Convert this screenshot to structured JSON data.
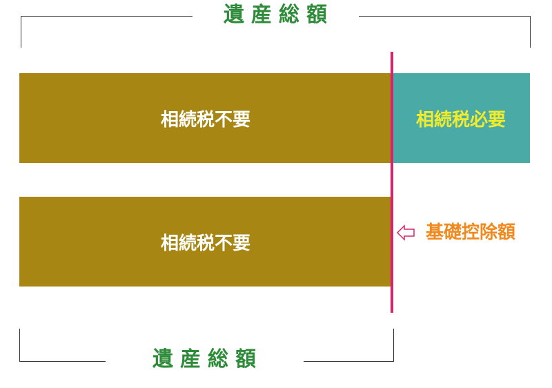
{
  "top_title": "遺産総額",
  "bottom_title": "遺産総額",
  "row1": {
    "left_label": "相続税不要",
    "right_label": "相続税必要"
  },
  "row2": {
    "left_label": "相続税不要"
  },
  "basic_deduction_label": "基礎控除額",
  "colors": {
    "bar_left": "#a88614",
    "bar_right": "#4aaba6",
    "divider": "#d6256a",
    "title": "#2e8b3a",
    "deduction_label": "#f08a1e",
    "right_label_text": "#f3ec2b",
    "left_label_text": "#ffffff"
  },
  "icons": {
    "deduction_arrow": "left-arrow-outline-icon"
  }
}
